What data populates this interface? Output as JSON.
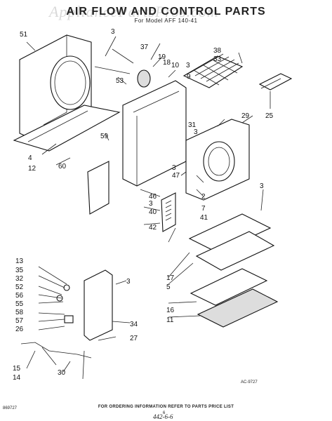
{
  "diagram": {
    "title": "AIR FLOW AND CONTROL PARTS",
    "subtitle": "For Model AFF 140-41",
    "watermark": "AppliancePartsPros.com",
    "ref_code": "AC-9727",
    "footer": "FOR ORDERING INFORMATION REFER TO PARTS PRICE LIST",
    "page_number": "6",
    "doc_code": "869727",
    "handwriting": "442-6-6",
    "parts": [
      "51",
      "3",
      "37",
      "19",
      "18",
      "10",
      "3",
      "9",
      "38",
      "33",
      "53",
      "25",
      "59",
      "4",
      "12",
      "60",
      "46",
      "3",
      "40",
      "42",
      "41",
      "3",
      "47",
      "31",
      "3",
      "2",
      "7",
      "29",
      "3",
      "17",
      "5",
      "16",
      "11",
      "13",
      "35",
      "32",
      "52",
      "56",
      "55",
      "58",
      "57",
      "26",
      "3",
      "34",
      "27",
      "15",
      "14",
      "30"
    ]
  }
}
